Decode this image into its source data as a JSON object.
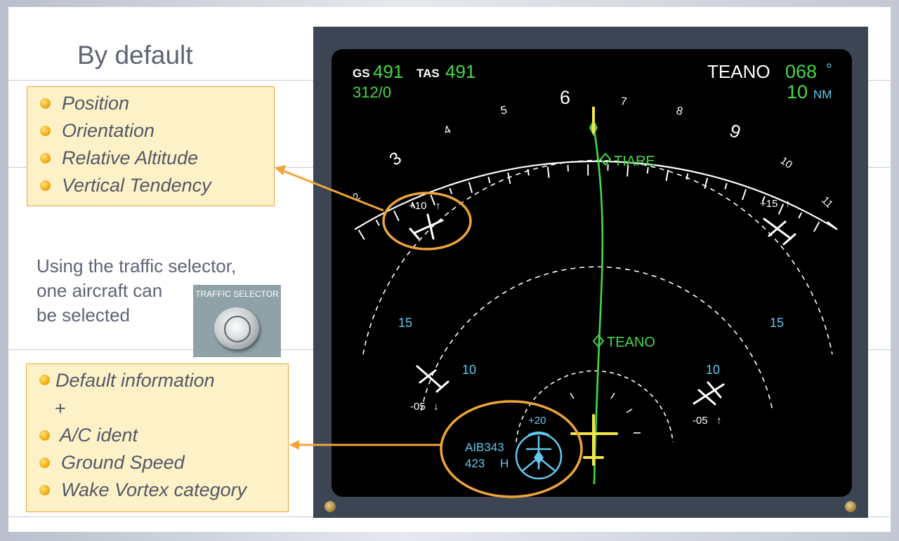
{
  "slide": {
    "title": "By default",
    "callout_top": {
      "items": [
        "Position",
        "Orientation",
        "Relative Altitude",
        "Vertical Tendency"
      ]
    },
    "selector_text": [
      "Using the traffic selector,",
      "one aircraft can",
      "be selected"
    ],
    "traffic_selector_label": "TRAFFIC SELECTOR",
    "callout_bottom": {
      "items": [
        "Default information",
        "+",
        "A/C ident",
        "Ground Speed",
        "Wake Vortex category"
      ]
    }
  },
  "display": {
    "gs_label": "GS",
    "gs_value": "491",
    "tas_label": "TAS",
    "tas_value": "491",
    "wind": "312/0",
    "waypoint": "TEANO",
    "bearing": "068",
    "bearing_unit": "°",
    "distance": "10",
    "distance_unit": "NM",
    "compass_labels": [
      "2",
      "3",
      "4",
      "5",
      "6",
      "7",
      "8",
      "9",
      "10",
      "11"
    ],
    "range_labels": [
      "15",
      "15",
      "10",
      "10"
    ],
    "waypoints": [
      "TIARE",
      "TEANO"
    ],
    "traffic": [
      {
        "altitude": "+10",
        "trend": "↑"
      },
      {
        "altitude": "+15",
        "trend": "↑"
      },
      {
        "altitude": "-05",
        "trend": "↓"
      },
      {
        "altitude": "-05",
        "trend": "↑"
      }
    ],
    "selected_traffic": {
      "altitude": "+20",
      "ident": "AIB343",
      "ground_speed": "423",
      "wake_category": "H"
    }
  },
  "colors": {
    "accent_orange": "#f0a53a",
    "callout_bg": "#fdf2c7",
    "display_green": "#45d84a",
    "display_cyan": "#63c7ef",
    "display_yellow": "#f2e64a"
  }
}
